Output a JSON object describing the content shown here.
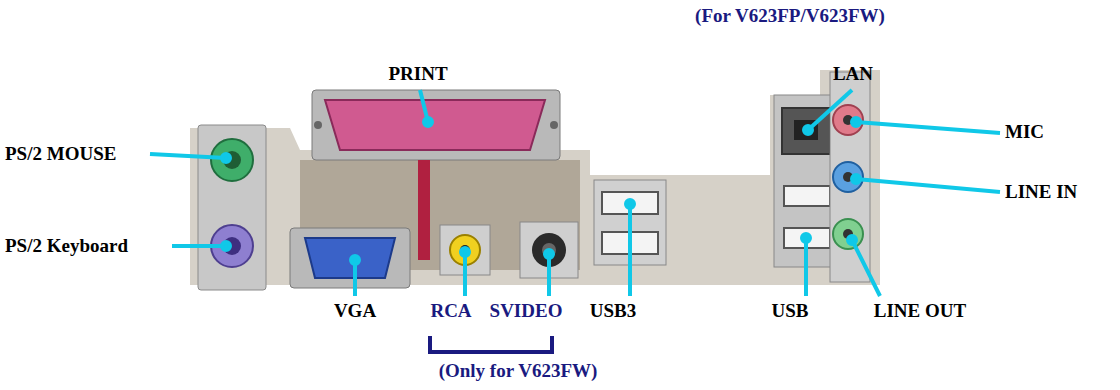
{
  "diagram": {
    "labels": [
      "(For V623FP/V623FW)",
      "PRINT",
      "LAN",
      "MIC",
      "PS/2 MOUSE",
      "LINE IN",
      "PS/2 Keyboard",
      "VGA",
      "RCA",
      "SVIDEO",
      "USB3",
      "USB",
      "LINE OUT",
      "(Only for V623FW)"
    ]
  }
}
